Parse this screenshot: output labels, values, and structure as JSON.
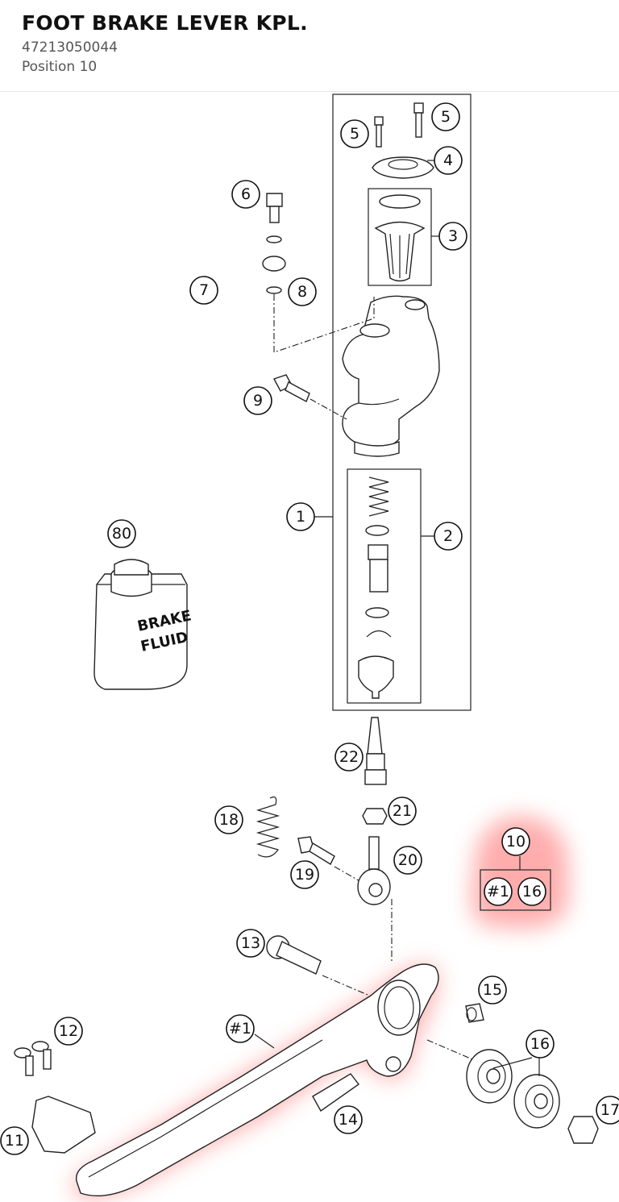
{
  "header": {
    "title": "FOOT BRAKE LEVER KPL.",
    "part_number": "47213050044",
    "position": "Position 10"
  },
  "diagram": {
    "brake_fluid_label_line1": "BRAKE",
    "brake_fluid_label_line2": "FLUID",
    "highlight_color": "#ff6b6b",
    "callouts": {
      "c1": "1",
      "c2": "2",
      "c3": "3",
      "c4": "4",
      "c5a": "5",
      "c5b": "5",
      "c6": "6",
      "c7": "7",
      "c8": "8",
      "c9": "9",
      "c10": "10",
      "c10_sub1": "#1",
      "c10_sub2": "16",
      "c11": "11",
      "c12": "12",
      "c13": "13",
      "c14": "14",
      "c15": "15",
      "c16": "16",
      "c17": "17",
      "c18": "18",
      "c19": "19",
      "c20": "20",
      "c21": "21",
      "c22": "22",
      "c80": "80",
      "cL1": "#1"
    }
  }
}
